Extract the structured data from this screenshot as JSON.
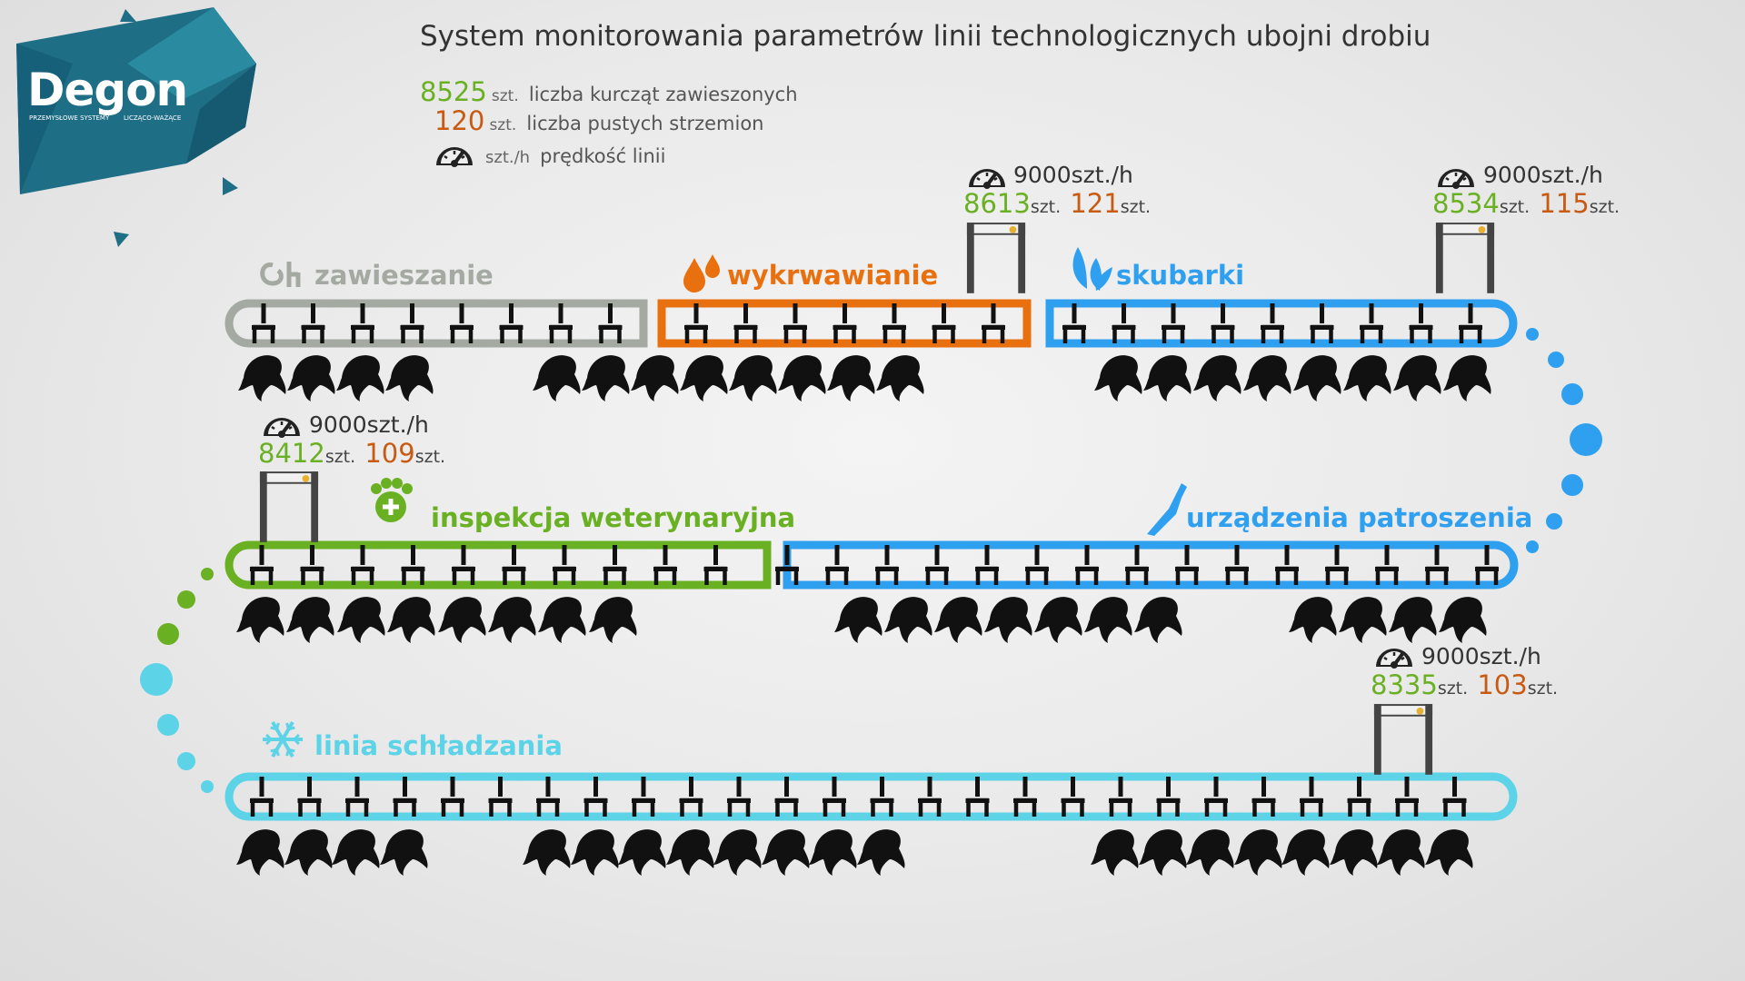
{
  "logo": {
    "brand": "Degon",
    "tagline_left": "PRZEMYSŁOWE SYSTEMY",
    "tagline_right": "LICZĄCO-WAŻĄCE"
  },
  "title": "System monitorowania parametrów linii technologicznych ubojni drobiu",
  "legend": {
    "hung": {
      "value": "8525",
      "unit": "szt.",
      "label": "liczba kurcząt zawieszonych"
    },
    "empty": {
      "value": "120",
      "unit": "szt.",
      "label": "liczba pustych strzemion"
    },
    "speed": {
      "unit": "szt./h",
      "label": "prędkość linii"
    }
  },
  "sections": {
    "hanging": {
      "label": "zawieszanie",
      "color": "#a4aaa2"
    },
    "bleeding": {
      "label": "wykrwawianie",
      "color": "#e8700f"
    },
    "pluckers": {
      "label": "skubarki",
      "color": "#2f9ff0"
    },
    "inspection": {
      "label": "inspekcja weterynaryjna",
      "color": "#6ab023"
    },
    "evisceration": {
      "label": "urządzenia patroszenia",
      "color": "#2f9ff0"
    },
    "chilling": {
      "label": "linia schładzania",
      "color": "#5cd3e6"
    }
  },
  "stations": {
    "s1": {
      "speed": "9000szt./h",
      "count": "8613",
      "count_unit": "szt.",
      "empty": "121",
      "empty_unit": "szt."
    },
    "s2": {
      "speed": "9000szt./h",
      "count": "8534",
      "count_unit": "szt.",
      "empty": "115",
      "empty_unit": "szt."
    },
    "s3": {
      "speed": "9000szt./h",
      "count": "8412",
      "count_unit": "szt.",
      "empty": "109",
      "empty_unit": "szt."
    },
    "s4": {
      "speed": "9000szt./h",
      "count": "8335",
      "count_unit": "szt.",
      "empty": "103",
      "empty_unit": "szt."
    }
  }
}
